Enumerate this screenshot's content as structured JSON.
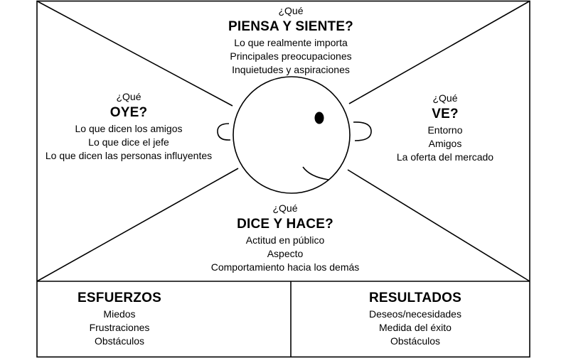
{
  "diagram": {
    "top": {
      "question": "¿Qué",
      "title": "PIENSA Y SIENTE?",
      "lines": [
        "Lo que realmente importa",
        "Principales preocupaciones",
        "Inquietudes y aspiraciones"
      ]
    },
    "left": {
      "question": "¿Qué",
      "title": "OYE?",
      "lines": [
        "Lo que dicen los amigos",
        "Lo que dice el jefe",
        "Lo que dicen las personas influyentes"
      ]
    },
    "right": {
      "question": "¿Qué",
      "title": "VE?",
      "lines": [
        "Entorno",
        "Amigos",
        "La oferta del mercado"
      ]
    },
    "bottom": {
      "question": "¿Qué",
      "title": "DICE Y HACE?",
      "lines": [
        "Actitud en público",
        "Aspecto",
        "Comportamiento hacia los demás"
      ]
    },
    "efforts": {
      "title": "ESFUERZOS",
      "lines": [
        "Miedos",
        "Frustraciones",
        "Obstáculos"
      ]
    },
    "results": {
      "title": "RESULTADOS",
      "lines": [
        "Deseos/necesidades",
        "Medida del éxito",
        "Obstáculos"
      ]
    }
  }
}
